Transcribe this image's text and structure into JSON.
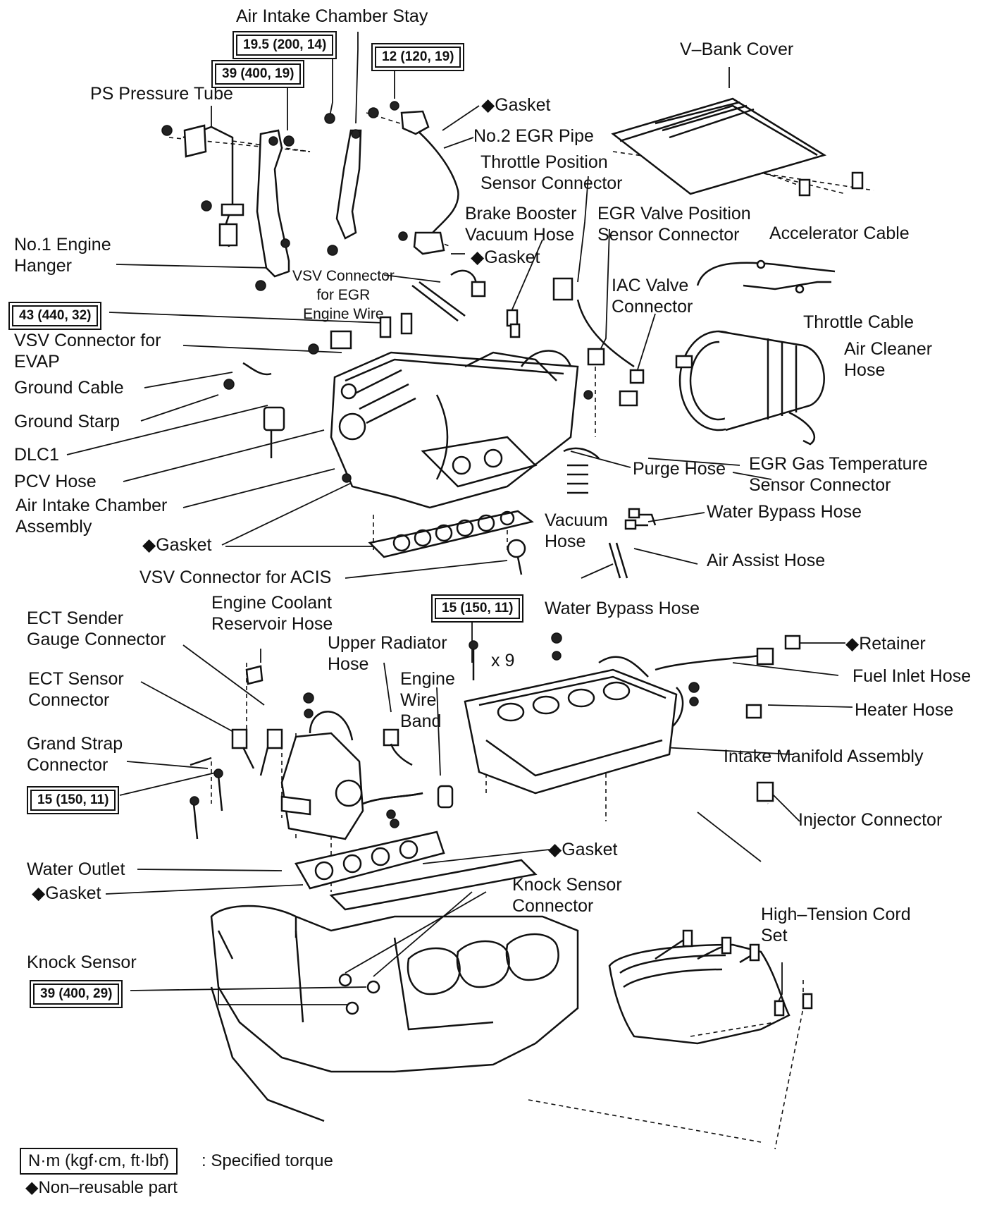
{
  "labels": {
    "air_intake_chamber_stay": "Air Intake Chamber Stay",
    "v_bank_cover": "V–Bank Cover",
    "ps_pressure_tube": "PS Pressure Tube",
    "gasket_top": "◆Gasket",
    "no2_egr_pipe": "No.2 EGR Pipe",
    "throttle_position_sensor_connector": "Throttle Position\nSensor Connector",
    "brake_booster_vacuum_hose": "Brake Booster\nVacuum Hose",
    "egr_valve_position_sensor_connector": "EGR Valve Position\nSensor Connector",
    "accelerator_cable": "Accelerator Cable",
    "gasket_egr": "◆Gasket",
    "no1_engine_hanger": "No.1 Engine\nHanger",
    "vsv_connector_egr": "VSV Connector\nfor EGR\nEngine Wire",
    "iac_valve_connector": "IAC Valve\nConnector",
    "throttle_cable": "Throttle Cable",
    "vsv_connector_evap": "VSV Connector for\nEVAP",
    "air_cleaner_hose": "Air Cleaner\nHose",
    "ground_cable": "Ground Cable",
    "ground_starp": "Ground Starp",
    "dlc1": "DLC1",
    "pcv_hose": "PCV Hose",
    "purge_hose": "Purge Hose",
    "egr_gas_temp_sensor_connector": "EGR Gas Temperature\nSensor Connector",
    "air_intake_chamber_assembly": "Air Intake Chamber\nAssembly",
    "water_bypass_hose_upper": "Water Bypass Hose",
    "vacuum_hose": "Vacuum\nHose",
    "gasket_chamber": "◆Gasket",
    "air_assist_hose": "Air Assist Hose",
    "vsv_connector_acis": "VSV Connector for ACIS",
    "engine_coolant_reservoir_hose": "Engine Coolant\nReservoir Hose",
    "water_bypass_hose_lower": "Water Bypass Hose",
    "ect_sender_gauge_connector": "ECT Sender\nGauge Connector",
    "upper_radiator_hose": "Upper Radiator\nHose",
    "x9": "x 9",
    "retainer": "◆Retainer",
    "fuel_inlet_hose": "Fuel Inlet Hose",
    "ect_sensor_connector": "ECT Sensor\nConnector",
    "engine_wire_band": "Engine\nWire\nBand",
    "heater_hose": "Heater Hose",
    "grand_strap_connector": "Grand Strap\nConnector",
    "intake_manifold_assembly": "Intake Manifold Assembly",
    "injector_connector": "Injector Connector",
    "gasket_manifold": "◆Gasket",
    "water_outlet": "Water Outlet",
    "gasket_water_outlet": "◆Gasket",
    "knock_sensor_connector": "Knock Sensor\nConnector",
    "high_tension_cord_set": "High–Tension Cord\nSet",
    "knock_sensor": "Knock Sensor"
  },
  "torques": {
    "t_19_5": "19.5 (200, 14)",
    "t_12": "12 (120, 19)",
    "t_39_top": "39 (400, 19)",
    "t_43": "43 (440, 32)",
    "t_15_top": "15 (150, 11)",
    "t_15_left": "15 (150, 11)",
    "t_39_knock": "39 (400, 29)"
  },
  "legend": {
    "torque_units": "N·m (kgf·cm, ft·lbf)",
    "torque_desc": ": Specified torque",
    "non_reusable": "◆Non–reusable part"
  }
}
